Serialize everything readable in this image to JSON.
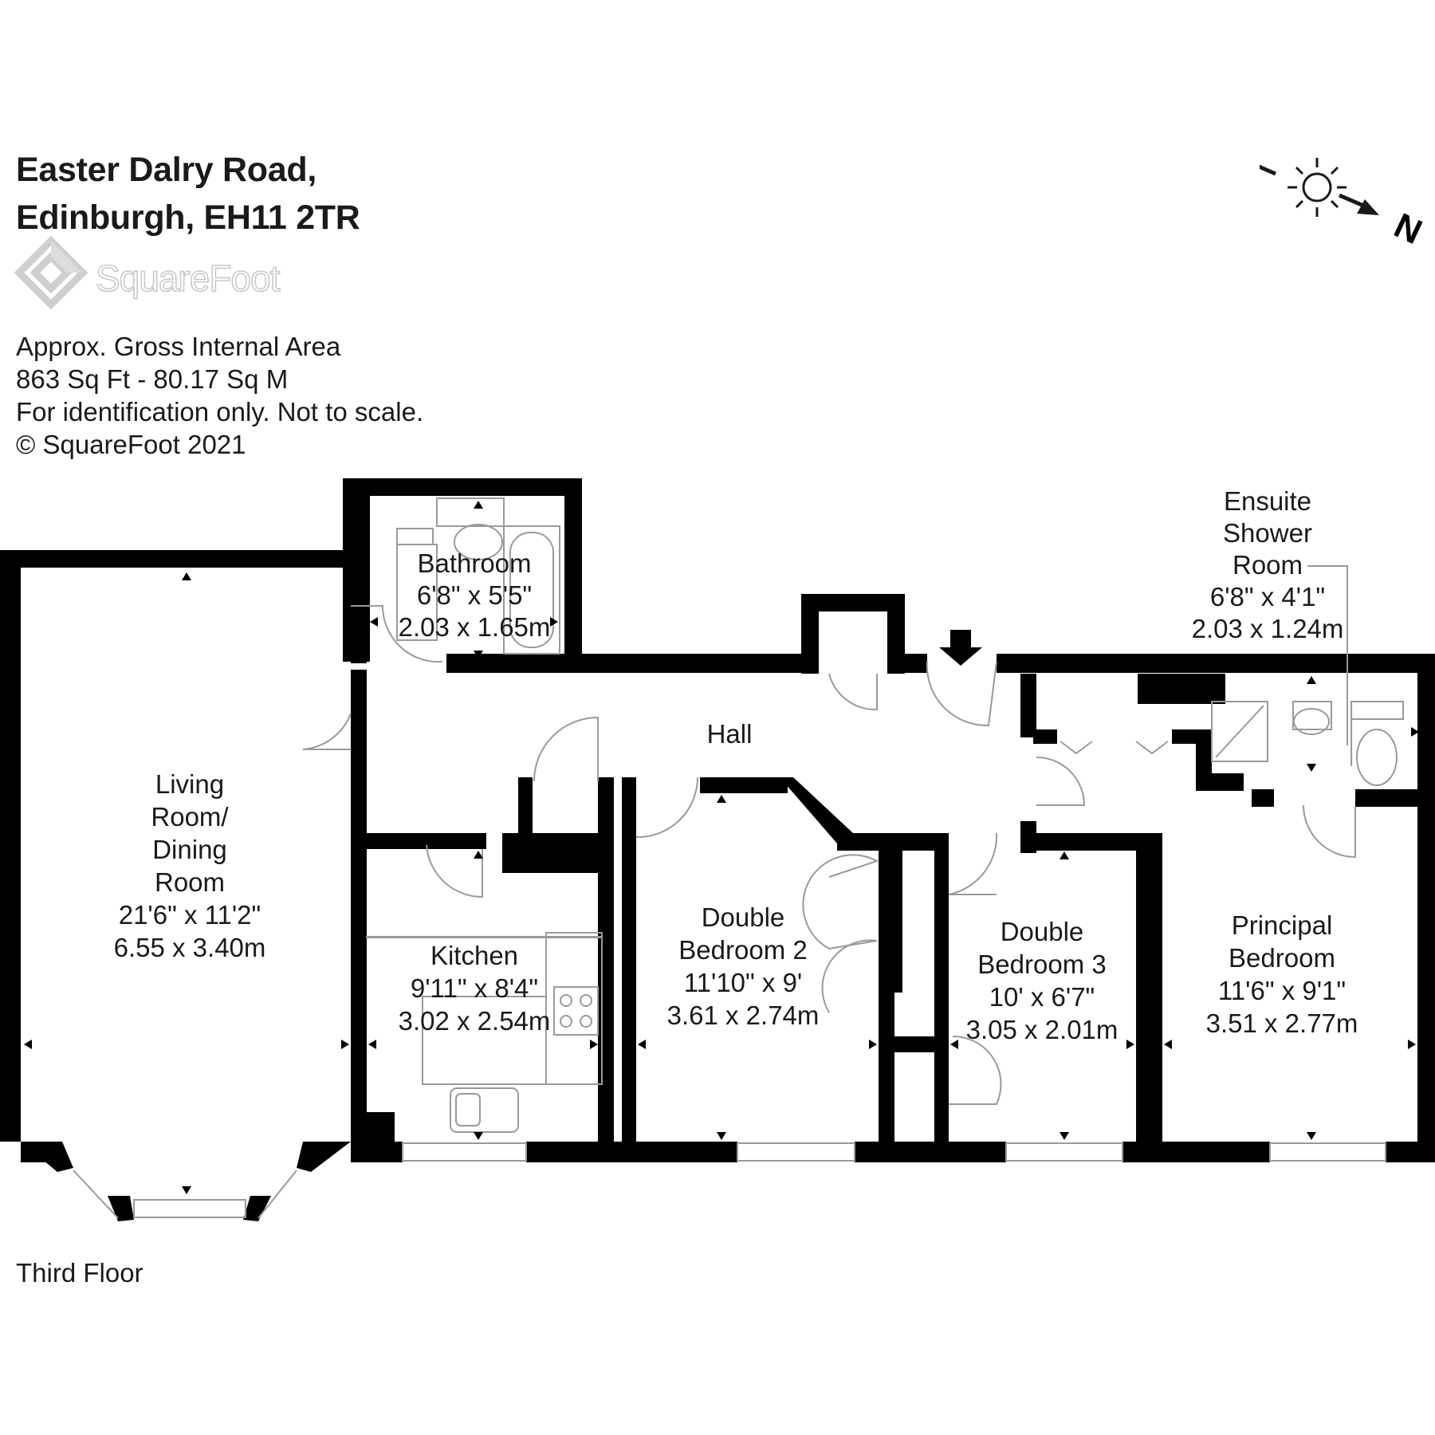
{
  "property": {
    "address_line1": "Easter Dalry Road,",
    "address_line2": "Edinburgh, EH11 2TR"
  },
  "brand": {
    "logo_text": "SquareFoot"
  },
  "area_info": {
    "line1": "Approx. Gross Internal Area",
    "line2": "863 Sq Ft  -  80.17 Sq M",
    "line3": "For identification only. Not to scale.",
    "line4": "© SquareFoot 2021"
  },
  "compass": {
    "letter": "N",
    "icon": "sun-north-arrow-icon"
  },
  "floor_label": "Third Floor",
  "rooms": {
    "bathroom": {
      "name": "Bathroom",
      "imperial": "6'8\" x 5'5\"",
      "metric": "2.03 x 1.65m"
    },
    "ensuite": {
      "name1": "Ensuite",
      "name2": "Shower",
      "name3": "Room",
      "imperial": "6'8\" x 4'1\"",
      "metric": "2.03 x 1.24m"
    },
    "hall": {
      "name": "Hall"
    },
    "living": {
      "name1": "Living",
      "name2": "Room/",
      "name3": "Dining",
      "name4": "Room",
      "imperial": "21'6\" x 11'2\"",
      "metric": "6.55 x 3.40m"
    },
    "kitchen": {
      "name": "Kitchen",
      "imperial": "9'11\" x 8'4\"",
      "metric": "3.02 x 2.54m"
    },
    "bedroom2": {
      "name1": "Double",
      "name2": "Bedroom 2",
      "imperial": "11'10\" x 9'",
      "metric": "3.61 x 2.74m"
    },
    "bedroom3": {
      "name1": "Double",
      "name2": "Bedroom 3",
      "imperial": "10' x 6'7\"",
      "metric": "3.05 x 2.01m"
    },
    "principal": {
      "name1": "Principal",
      "name2": "Bedroom",
      "imperial": "11'6\" x 9'1\"",
      "metric": "3.51 x 2.77m"
    }
  },
  "colors": {
    "wall": "#000000",
    "fixture": "#9a9a9a",
    "text": "#1a1a1a",
    "logo": "#c9c9c9"
  }
}
